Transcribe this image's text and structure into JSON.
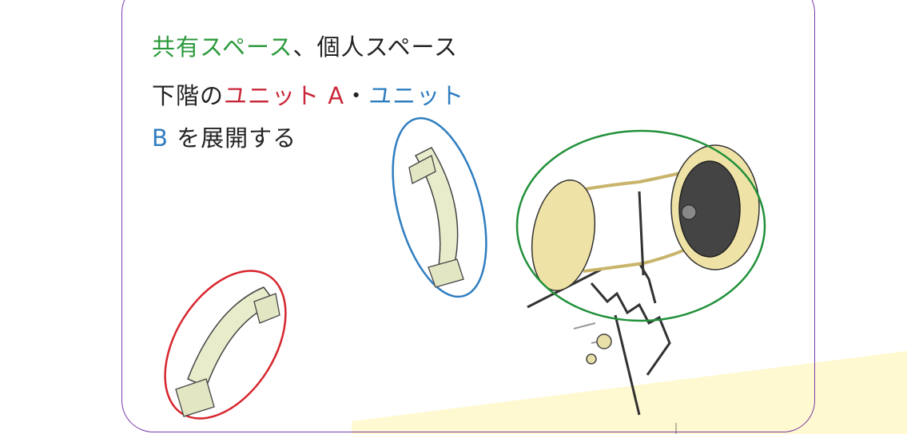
{
  "caption": {
    "line1": {
      "shared": "共有スペース",
      "rest": "、個人スペース"
    },
    "line2": {
      "pre": "下階の",
      "unitA": "ユニット A",
      "dot": "・",
      "unitB_part": "ユニット"
    },
    "line3": {
      "unitB_letter": "B",
      "rest": " を展開する"
    }
  },
  "colors": {
    "shared": "#2c9a3c",
    "unitA": "#c8283a",
    "unitB": "#2e7dc0",
    "frame": "#7a3aa6",
    "accent_wash": "#fff7c2"
  }
}
